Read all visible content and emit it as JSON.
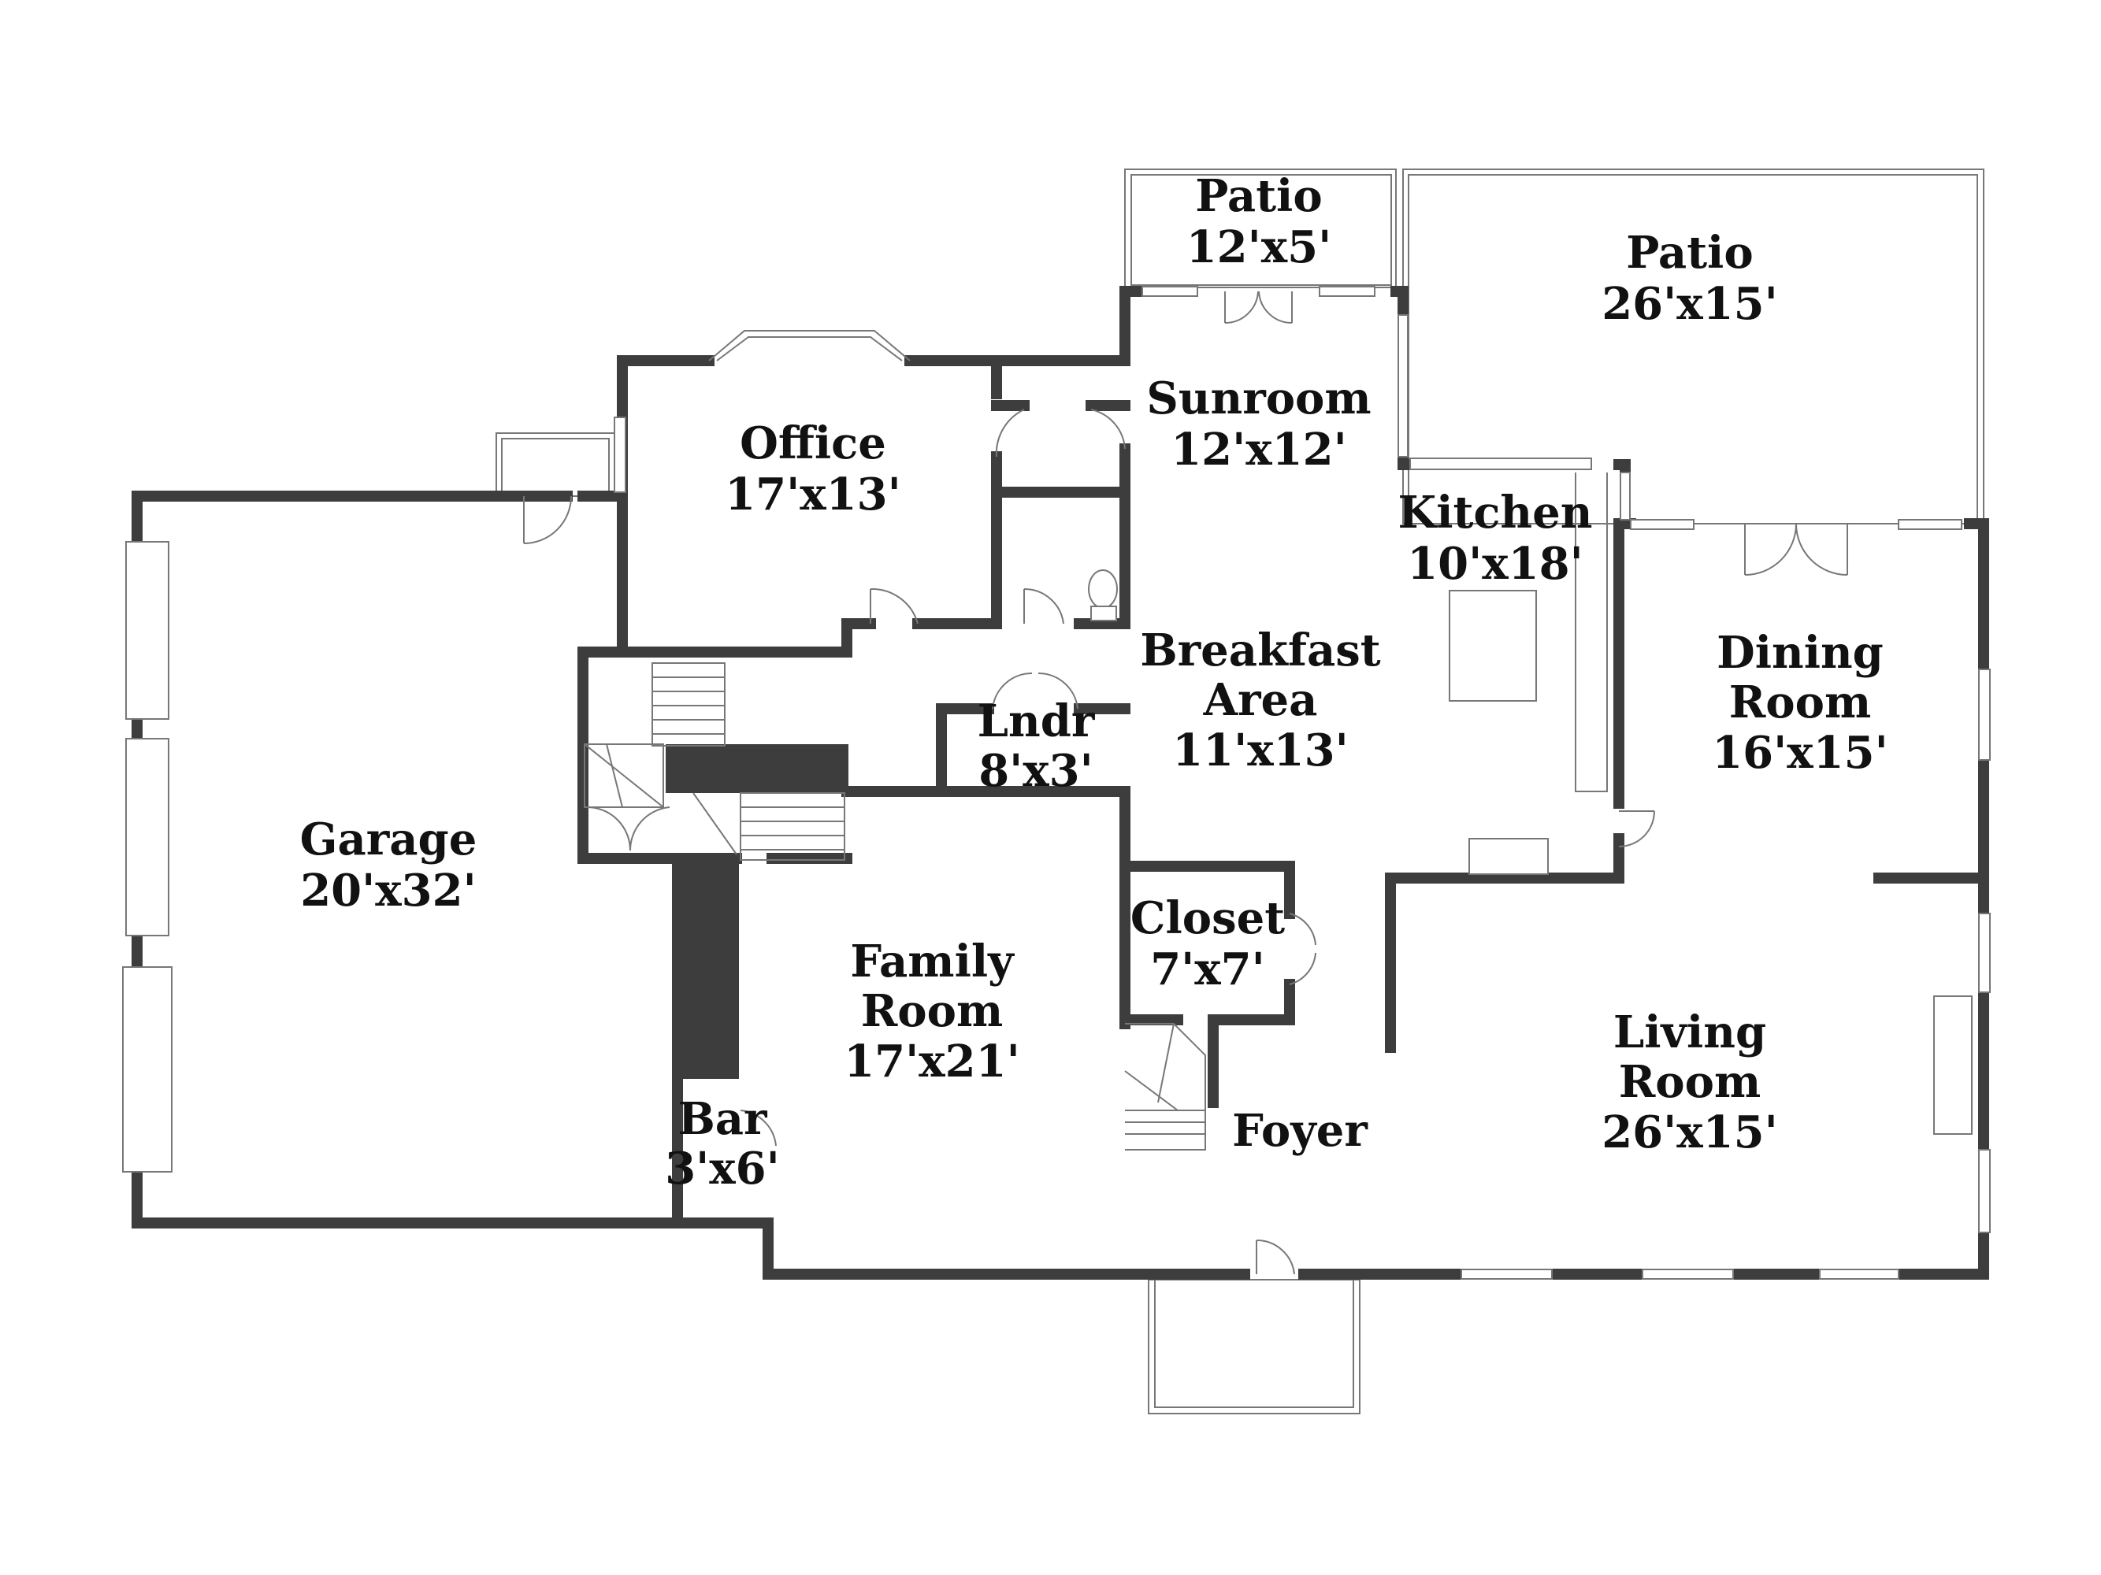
{
  "rooms": {
    "patio_small": {
      "name": "Patio",
      "size": "12'x5'"
    },
    "patio_large": {
      "name": "Patio",
      "size": "26'x15'"
    },
    "sunroom": {
      "name": "Sunroom",
      "size": "12'x12'"
    },
    "office": {
      "name": "Office",
      "size": "17'x13'"
    },
    "kitchen": {
      "name": "Kitchen",
      "size": "10'x18'"
    },
    "breakfast": {
      "name_line1": "Breakfast",
      "name_line2": "Area",
      "size": "11'x13'"
    },
    "dining": {
      "name_line1": "Dining",
      "name_line2": "Room",
      "size": "16'x15'"
    },
    "laundry": {
      "name": "Lndr",
      "size": "8'x3'"
    },
    "garage": {
      "name": "Garage",
      "size": "20'x32'"
    },
    "closet": {
      "name": "Closet",
      "size": "7'x7'"
    },
    "family": {
      "name_line1": "Family",
      "name_line2": "Room",
      "size": "17'x21'"
    },
    "living": {
      "name_line1": "Living",
      "name_line2": "Room",
      "size": "26'x15'"
    },
    "bar": {
      "name": "Bar",
      "size": "3'x6'"
    },
    "foyer": {
      "name": "Foyer"
    }
  },
  "colors": {
    "wall": "#3d3d3d",
    "line": "#777777",
    "background": "#ffffff"
  }
}
